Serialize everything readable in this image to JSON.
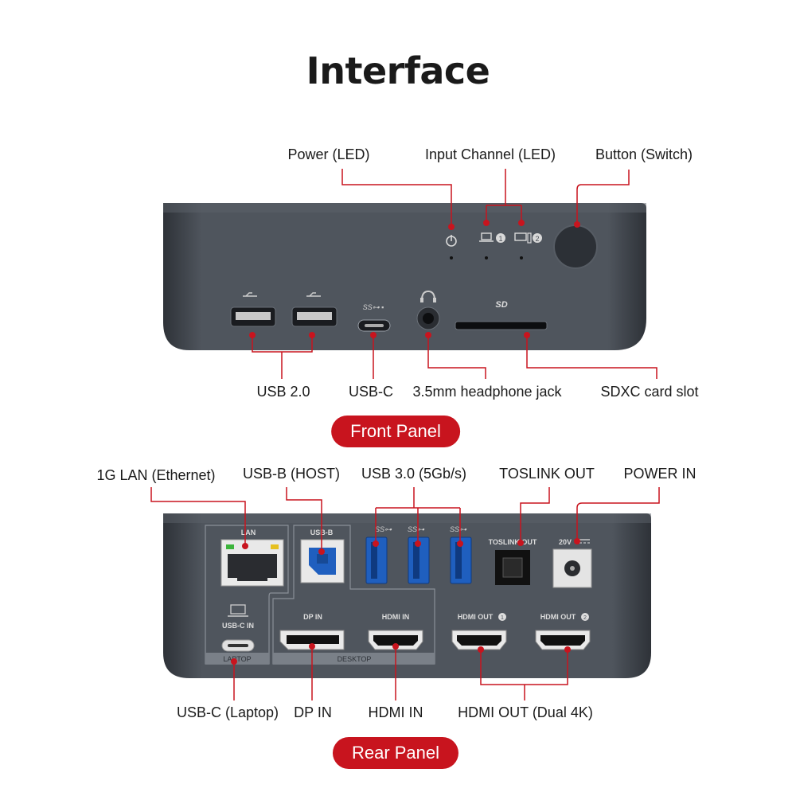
{
  "title": "Interface",
  "front": {
    "labels": {
      "power": "Power (LED)",
      "input_channel": "Input Channel (LED)",
      "button": "Button (Switch)",
      "usb2": "USB 2.0",
      "usbc": "USB-C",
      "headphone": "3.5mm headphone jack",
      "sdxc": "SDXC card slot"
    },
    "panel_name": "Front Panel",
    "device_text": {
      "sd": "SD",
      "ch1": "1",
      "ch2": "2"
    }
  },
  "rear": {
    "labels": {
      "lan": "1G LAN (Ethernet)",
      "usbb": "USB-B (HOST)",
      "usb3": "USB 3.0 (5Gb/s)",
      "toslink": "TOSLINK OUT",
      "power_in": "POWER IN",
      "usbc_laptop": "USB-C (Laptop)",
      "dp_in": "DP IN",
      "hdmi_in": "HDMI IN",
      "hdmi_out": "HDMI OUT (Dual 4K)"
    },
    "panel_name": "Rear Panel",
    "device_text": {
      "lan": "LAN",
      "usbb": "USB-B",
      "usbc_in": "USB-C IN",
      "laptop": "LAPTOP",
      "desktop": "DESKTOP",
      "dp_in": "DP IN",
      "hdmi_in": "HDMI IN",
      "hdmi_out1": "HDMI OUT",
      "hdmi_out2": "HDMI OUT",
      "toslink": "TOSLINK OUT",
      "dc": "20V",
      "num1": "1",
      "num2": "2"
    }
  },
  "colors": {
    "accent": "#c8141e",
    "device": "#4a4f57",
    "usb3_blue": "#1f5fbf"
  }
}
